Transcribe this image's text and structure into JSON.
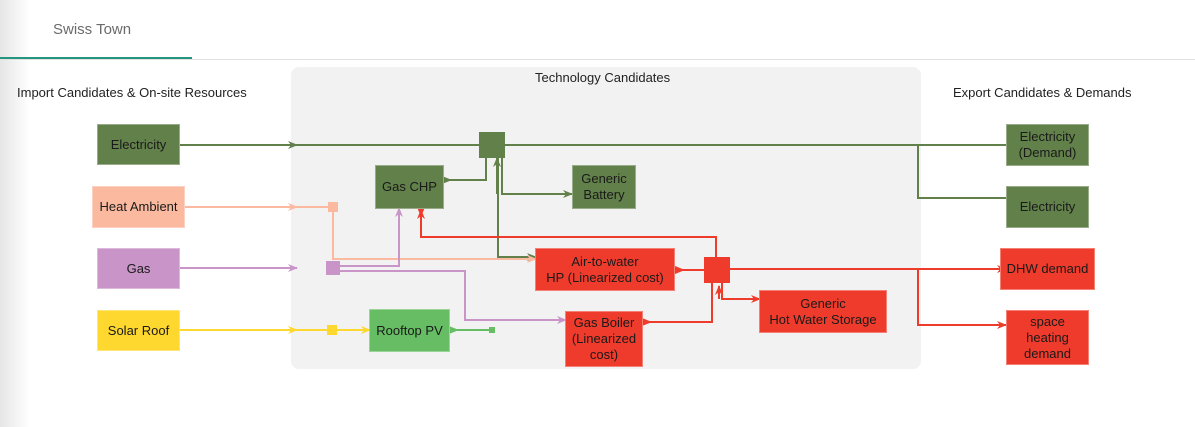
{
  "tab": {
    "label": "Swiss Town",
    "accent": "#26957f"
  },
  "sections": {
    "imports": "Import Candidates & On-site Resources",
    "technologies": "Technology Candidates",
    "exports": "Export Candidates & Demands"
  },
  "colors": {
    "electricity": "#62804a",
    "heat": "#ef3b2c",
    "heat_ambient": "#fbb9a0",
    "gas": "#c994c7",
    "solar": "#fed82f",
    "pv": "#66bd63"
  },
  "imports": [
    {
      "id": "electricity-import",
      "label": "Electricity",
      "carrier": "electricity"
    },
    {
      "id": "heat-ambient",
      "label": "Heat Ambient",
      "carrier": "heat_ambient"
    },
    {
      "id": "gas",
      "label": "Gas",
      "carrier": "gas"
    },
    {
      "id": "solar-roof",
      "label": "Solar Roof",
      "carrier": "solar"
    }
  ],
  "technologies": [
    {
      "id": "gas-chp",
      "label": "Gas CHP"
    },
    {
      "id": "generic-battery",
      "label": "Generic\nBattery"
    },
    {
      "id": "air-to-water-hp",
      "label": "Air-to-water\nHP (Linearized cost)"
    },
    {
      "id": "gas-boiler",
      "label": "Gas Boiler\n(Linearized\ncost)"
    },
    {
      "id": "hot-water-storage",
      "label": "Generic\nHot Water Storage"
    },
    {
      "id": "rooftop-pv",
      "label": "Rooftop PV"
    }
  ],
  "exports": [
    {
      "id": "electricity-demand",
      "label": "Electricity\n(Demand)"
    },
    {
      "id": "electricity-export",
      "label": "Electricity"
    },
    {
      "id": "dhw-demand",
      "label": "DHW demand"
    },
    {
      "id": "space-heating-demand",
      "label": "space\nheating\ndemand"
    }
  ]
}
